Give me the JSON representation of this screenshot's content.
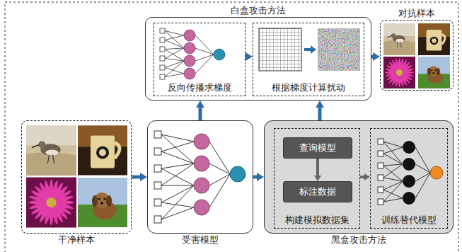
{
  "diagram": {
    "nodes": [
      {
        "text": [
          "白盒攻击方法"
        ]
      },
      {
        "text": [
          "反向传播求梯度"
        ],
        "in": 0
      },
      {
        "text": [
          "根据梯度计算扰动"
        ],
        "in": 0
      },
      {
        "text": [
          "对抗样本"
        ]
      },
      {
        "text": [
          "干净样本"
        ]
      },
      {
        "text": [
          "受害模型"
        ]
      },
      {
        "text": [
          "黑盒攻击方法"
        ]
      },
      {
        "text": [
          "构建模拟数据集"
        ],
        "in": 6
      },
      {
        "text": [
          "查询模型"
        ],
        "in": 7
      },
      {
        "text": [
          "标注数据"
        ],
        "in": 7
      },
      {
        "text": [
          "训练替代模型"
        ],
        "in": 6
      }
    ],
    "edges": [
      {
        "from": 1,
        "to": 2,
        "arrow": "to"
      },
      {
        "from": 0,
        "to": 3,
        "arrow": "to"
      },
      {
        "from": 4,
        "to": 5,
        "arrow": "to"
      },
      {
        "from": 5,
        "to": 6,
        "arrow": "to"
      },
      {
        "from": 5,
        "to": 0,
        "arrow": "to"
      },
      {
        "from": 6,
        "to": 0,
        "arrow": "to"
      },
      {
        "from": 8,
        "to": 9,
        "arrow": "to"
      },
      {
        "from": 7,
        "to": 10,
        "arrow": "to"
      }
    ]
  }
}
